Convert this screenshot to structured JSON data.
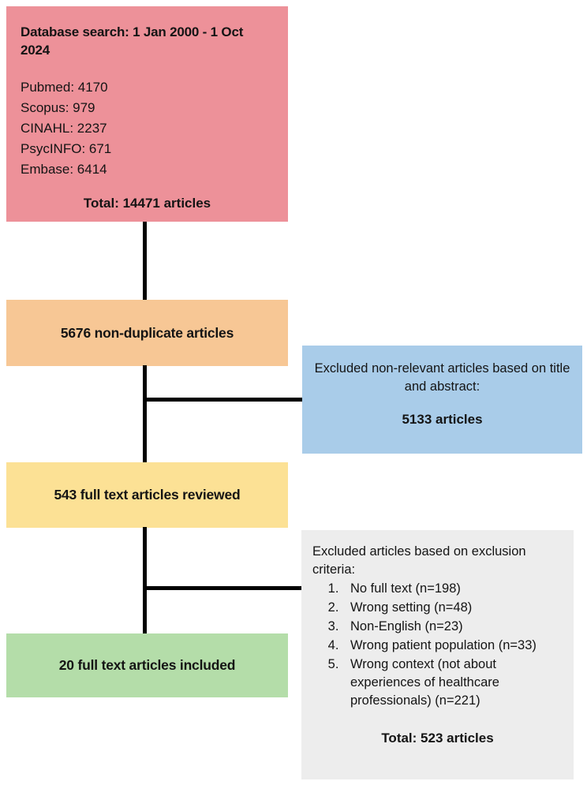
{
  "diagram": {
    "type": "prisma-flow-diagram",
    "colors": {
      "search_box": "#ED9199",
      "nonduplicate_box": "#F7C795",
      "fulltext_box": "#FCE195",
      "included_box": "#B4DDA9",
      "excluded_title_box": "#A9CCE9",
      "excluded_criteria_box": "#EDEDED",
      "connector": "#000000",
      "background": "#FFFFFF",
      "text": "#141414"
    }
  },
  "search_box": {
    "title": "Database search: 1 Jan 2000 - 1 Oct 2024",
    "databases": [
      "Pubmed: 4170",
      "Scopus: 979",
      "CINAHL: 2237",
      "PsycINFO: 671",
      "Embase: 6414"
    ],
    "total": "Total: 14471 articles"
  },
  "nonduplicate_box": {
    "label": "5676 non-duplicate articles"
  },
  "excluded_title_box": {
    "heading": "Excluded non-relevant articles based on title and abstract:",
    "count": "5133 articles"
  },
  "fulltext_box": {
    "label": "543 full text articles reviewed"
  },
  "excluded_criteria_box": {
    "heading": "Excluded articles based on exclusion criteria:",
    "criteria": [
      "No full text (n=198)",
      "Wrong setting (n=48)",
      "Non-English (n=23)",
      "Wrong patient population (n=33)",
      "Wrong context (not about experiences of healthcare professionals) (n=221)"
    ],
    "total": "Total: 523 articles"
  },
  "included_box": {
    "label": "20 full text articles included"
  }
}
